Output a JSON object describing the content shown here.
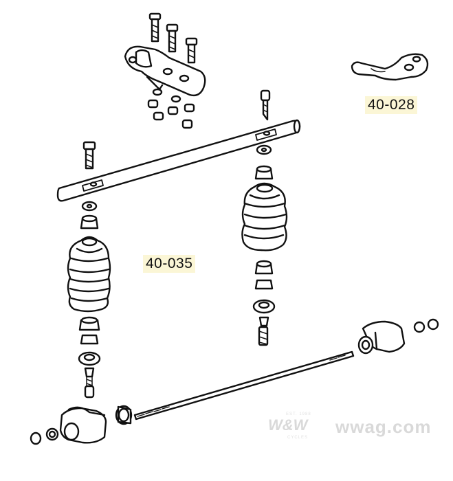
{
  "labels": {
    "part_a": "40-028",
    "part_b": "40-035"
  },
  "watermark": {
    "brand": "W&W",
    "url": "wwag.com",
    "est": "EST. 1988",
    "cycles": "CYCLES"
  },
  "colors": {
    "ink": "#111111",
    "label_highlight": "#fbf6d6",
    "watermark": "#d9d9d9"
  }
}
